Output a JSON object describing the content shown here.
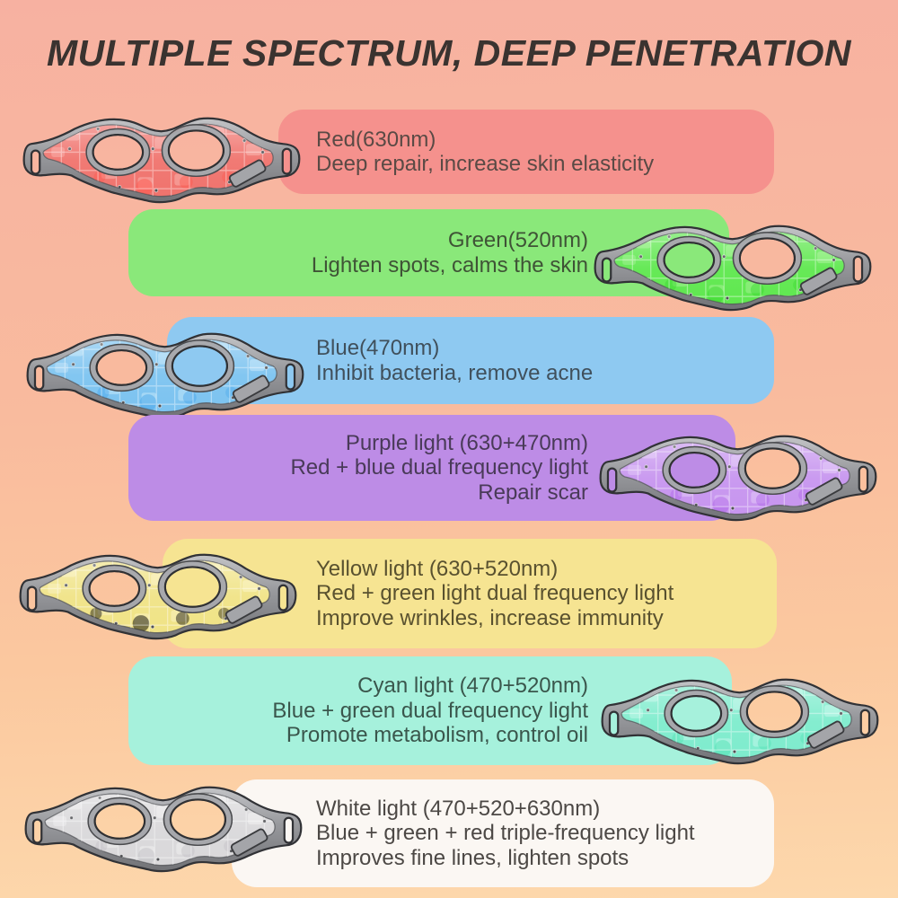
{
  "title": "MULTIPLE SPECTRUM, DEEP PENETRATION",
  "rows": [
    {
      "label": "Red(630nm)",
      "descriptions": [
        "Deep repair, increase skin elasticity"
      ],
      "mask_icon": "led-eye-mask-red",
      "colors": {
        "banner": "#f5918d",
        "ink": "#5a4a45",
        "panel": "#f0736d",
        "panelLight": "#f9aca6",
        "deep": "#ff564b"
      }
    },
    {
      "label": "Green(520nm)",
      "descriptions": [
        "Lighten spots, calms the skin"
      ],
      "mask_icon": "led-eye-mask-green",
      "colors": {
        "banner": "#8ae87a",
        "ink": "#3f5336",
        "panel": "#5fe84f",
        "panelLight": "#9cf08c",
        "deep": "#35d82a"
      }
    },
    {
      "label": "Blue(470nm)",
      "descriptions": [
        "Inhibit bacteria, remove acne"
      ],
      "mask_icon": "led-eye-mask-blue",
      "colors": {
        "banner": "#8ec9f1",
        "ink": "#40505c",
        "panel": "#7cc3f0",
        "panelLight": "#bde2f8",
        "deep": "#45a5ea"
      }
    },
    {
      "label": "Purple light (630+470nm)",
      "descriptions": [
        "Red + blue dual frequency light",
        "Repair scar"
      ],
      "mask_icon": "led-eye-mask-purple",
      "colors": {
        "banner": "#bd8ce6",
        "ink": "#493a58",
        "panel": "#c795ef",
        "panelLight": "#e0c4f7",
        "deep": "#ae62e8"
      }
    },
    {
      "label": "Yellow light (630+520nm)",
      "descriptions": [
        "Red + green light dual frequency light",
        "Improve wrinkles, increase immunity"
      ],
      "mask_icon": "led-eye-mask-yellow",
      "colors": {
        "banner": "#f6e492",
        "ink": "#59512f",
        "panel": "#f0e386",
        "panelLight": "#faf2bc",
        "deep": "#f2d importance4f"
      }
    },
    {
      "label": "Cyan light (470+520nm)",
      "descriptions": [
        "Blue + green dual frequency light",
        "Promote metabolism, control oil"
      ],
      "mask_icon": "led-eye-mask-cyan",
      "colors": {
        "banner": "#a6f1dc",
        "ink": "#3a564c",
        "panel": "#7eeccd",
        "panelLight": "#bdf7e7",
        "deep": "#4fe2b4"
      }
    },
    {
      "label": "White light (470+520+630nm)",
      "descriptions": [
        "Blue + green + red triple-frequency light",
        "Improves fine lines, lighten spots"
      ],
      "mask_icon": "led-eye-mask-white",
      "colors": {
        "banner": "#fbf7f3",
        "ink": "#4c4845",
        "panel": "#d9d8da",
        "panelLight": "#efeeef",
        "deep": "#c0bfc3"
      }
    }
  ]
}
